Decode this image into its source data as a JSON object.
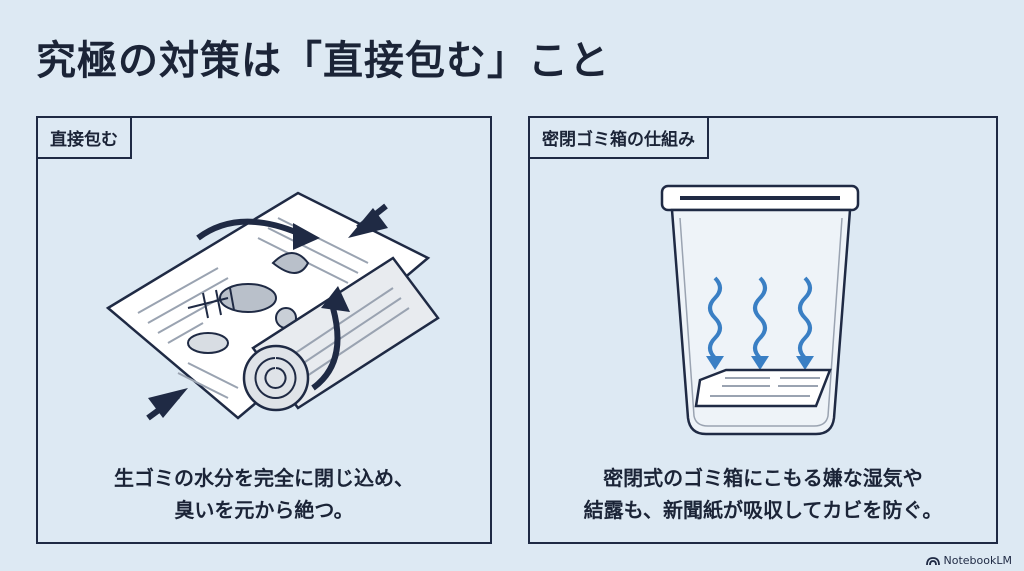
{
  "title": "究極の対策は「直接包む」こと",
  "left_panel": {
    "label": "直接包む",
    "caption_line1": "生ゴミの水分を完全に閉じ込め、",
    "caption_line2": "臭いを元から絶つ。"
  },
  "right_panel": {
    "label": "密閉ゴミ箱の仕組み",
    "caption_line1": "密閉式のゴミ箱にこもる嫌な湿気や",
    "caption_line2": "結露も、新聞紙が吸収してカビを防ぐ。"
  },
  "brand": "NotebookLM",
  "colors": {
    "background": "#dde9f3",
    "outline": "#1f2a44",
    "accent_blue": "#3a7fc4"
  },
  "icons": {
    "arrows": "curved-arrow-icon",
    "steam": "moisture-wave-icon"
  }
}
